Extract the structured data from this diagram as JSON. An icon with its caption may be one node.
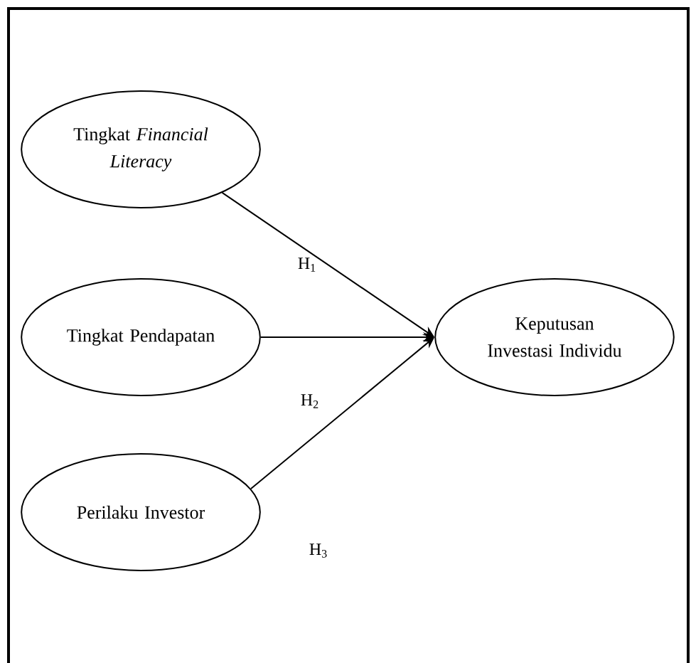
{
  "diagram": {
    "nodes": [
      {
        "text": [
          "Tingkat *Financial Literacy*"
        ]
      },
      {
        "text": [
          "Tingkat Pendapatan"
        ]
      },
      {
        "text": [
          "Perilaku Investor"
        ]
      },
      {
        "text": [
          "Keputusan Investasi Individu"
        ]
      }
    ],
    "edges": [
      {
        "from": 0,
        "to": 3,
        "arrow": "to"
      },
      {
        "from": 1,
        "to": 3,
        "arrow": "to"
      },
      {
        "from": 2,
        "to": 3,
        "arrow": "to"
      }
    ],
    "labels": [
      "H$_{1}$",
      "H$_{2}$",
      "H$_{3}$"
    ]
  }
}
